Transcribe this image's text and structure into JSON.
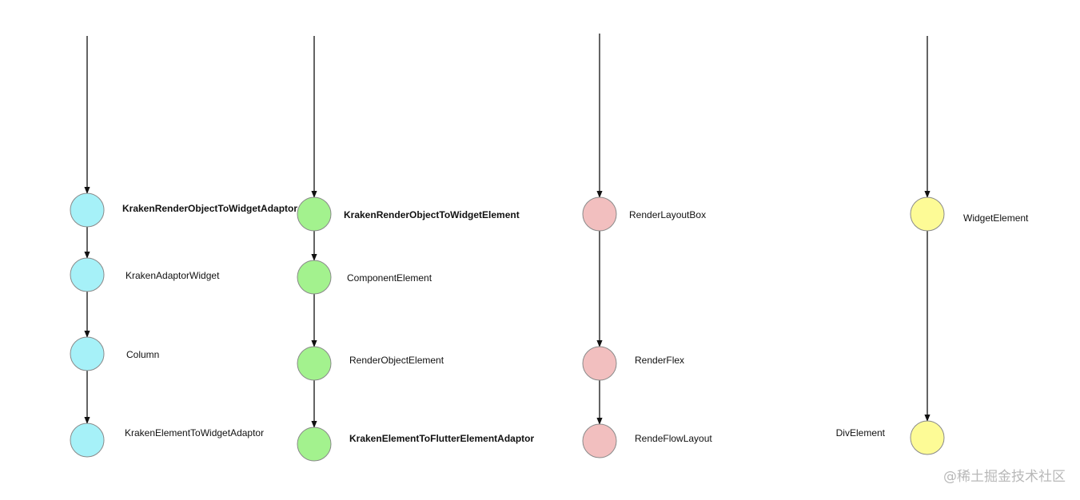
{
  "colors": {
    "cyan": "#a6f1f8",
    "green": "#a3f28e",
    "pink": "#f2bfbf",
    "yellow": "#fdfb96",
    "stroke": "#8a8a8a",
    "line": "#111111"
  },
  "columns": [
    {
      "id": "widget-tree",
      "color": "cyan",
      "nodes": [
        {
          "label": "KrakenRenderObjectToWidgetAdaptor",
          "bold": true
        },
        {
          "label": "KrakenAdaptorWidget",
          "bold": false
        },
        {
          "label": "Column",
          "bold": false
        },
        {
          "label": "KrakenElementToWidgetAdaptor",
          "bold": false
        }
      ]
    },
    {
      "id": "element-tree",
      "color": "green",
      "nodes": [
        {
          "label": "KrakenRenderObjectToWidgetElement",
          "bold": true
        },
        {
          "label": "ComponentElement",
          "bold": false
        },
        {
          "label": "RenderObjectElement",
          "bold": false
        },
        {
          "label": "KrakenElementToFlutterElementAdaptor",
          "bold": true
        }
      ]
    },
    {
      "id": "render-tree",
      "color": "pink",
      "nodes": [
        {
          "label": "RenderLayoutBox",
          "bold": false
        },
        {
          "label": "RenderFlex",
          "bold": false
        },
        {
          "label": "RendeFlowLayout",
          "bold": false
        }
      ]
    },
    {
      "id": "dom-tree",
      "color": "yellow",
      "nodes": [
        {
          "label": "WidgetElement",
          "bold": false
        },
        {
          "label": "DivElement",
          "bold": false
        }
      ]
    }
  ],
  "watermark": "@稀土掘金技术社区"
}
